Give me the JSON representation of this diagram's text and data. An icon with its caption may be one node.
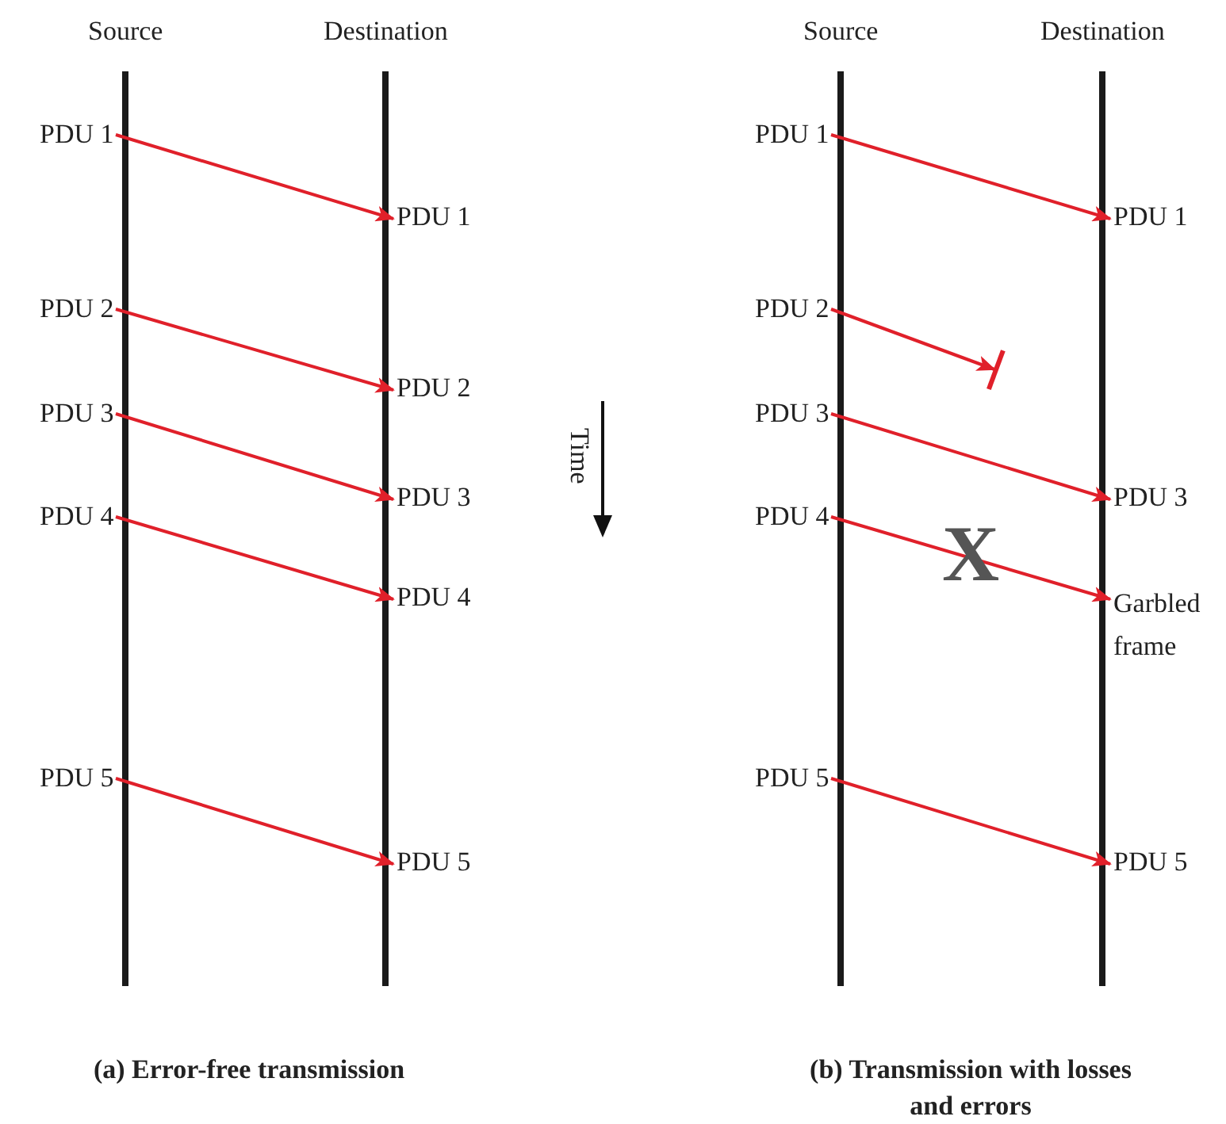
{
  "diagram": {
    "nodes": [
      {
        "text": [
          "PDU 1"
        ]
      },
      {
        "text": [
          "PDU 1"
        ]
      },
      {
        "text": [
          "PDU 2"
        ]
      },
      {
        "text": [
          "PDU 2"
        ]
      },
      {
        "text": [
          "PDU 3"
        ]
      },
      {
        "text": [
          "PDU 3"
        ]
      },
      {
        "text": [
          "PDU 4"
        ]
      },
      {
        "text": [
          "PDU 4"
        ]
      },
      {
        "text": [
          "PDU 5"
        ]
      },
      {
        "text": [
          "PDU 5"
        ]
      },
      {
        "text": [
          "PDU 1"
        ]
      },
      {
        "text": [
          "PDU 1"
        ]
      },
      {
        "text": [
          "PDU 2"
        ]
      },
      {
        "text": [
          "PDU 3"
        ]
      },
      {
        "text": [
          "PDU 3"
        ]
      },
      {
        "text": [
          "PDU 4"
        ]
      },
      {
        "text": [
          "Garbled frame"
        ]
      },
      {
        "text": [
          "PDU 5"
        ]
      },
      {
        "text": [
          "PDU 5"
        ]
      }
    ],
    "edges": [
      {
        "from": 0,
        "to": 1,
        "arrow": "to"
      },
      {
        "from": 2,
        "to": 3,
        "arrow": "to"
      },
      {
        "from": 4,
        "to": 5,
        "arrow": "to"
      },
      {
        "from": 6,
        "to": 7,
        "arrow": "to"
      },
      {
        "from": 8,
        "to": 9,
        "arrow": "to"
      },
      {
        "from": 10,
        "to": 11,
        "arrow": "to"
      },
      {
        "from": 12,
        "to": null,
        "arrow": "to"
      },
      {
        "from": 13,
        "to": 14,
        "arrow": "to"
      },
      {
        "from": 15,
        "to": 16,
        "arrow": "to"
      },
      {
        "from": 17,
        "to": 18,
        "arrow": "to"
      }
    ],
    "labels": [
      "Source",
      "Destination",
      "Source",
      "Destination",
      "Time",
      "X",
      "(a) Error-free transmission",
      "(b) Transmission with losses and errors"
    ]
  }
}
